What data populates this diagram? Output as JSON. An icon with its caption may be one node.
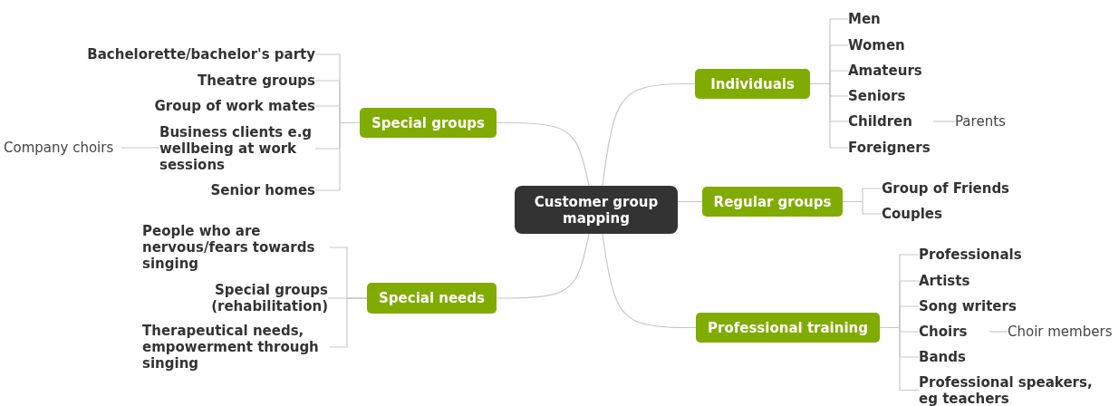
{
  "diagram": {
    "nodes": [
      {
        "text": [
          "Customer group mapping"
        ]
      },
      {
        "text": [
          "Special groups"
        ]
      },
      {
        "text": [
          "Bachelorette/bachelor's party"
        ]
      },
      {
        "text": [
          "Theatre groups"
        ]
      },
      {
        "text": [
          "Group of work mates"
        ]
      },
      {
        "text": [
          "Business clients e.g wellbeing at work sessions"
        ]
      },
      {
        "text": [
          "Company choirs"
        ]
      },
      {
        "text": [
          "Senior homes"
        ]
      },
      {
        "text": [
          "Special needs"
        ]
      },
      {
        "text": [
          "People who are nervous/fears towards singing"
        ]
      },
      {
        "text": [
          "Special groups (rehabilitation)"
        ]
      },
      {
        "text": [
          "Therapeutical needs, empowerment through singing"
        ]
      },
      {
        "text": [
          "Individuals"
        ]
      },
      {
        "text": [
          "Men"
        ]
      },
      {
        "text": [
          "Women"
        ]
      },
      {
        "text": [
          "Amateurs"
        ]
      },
      {
        "text": [
          "Seniors"
        ]
      },
      {
        "text": [
          "Children"
        ]
      },
      {
        "text": [
          "Parents"
        ]
      },
      {
        "text": [
          "Foreigners"
        ]
      },
      {
        "text": [
          "Regular groups"
        ]
      },
      {
        "text": [
          "Group of Friends"
        ]
      },
      {
        "text": [
          "Couples"
        ]
      },
      {
        "text": [
          "Professional training"
        ]
      },
      {
        "text": [
          "Professionals"
        ]
      },
      {
        "text": [
          "Artists"
        ]
      },
      {
        "text": [
          "Song writers"
        ]
      },
      {
        "text": [
          "Choirs"
        ]
      },
      {
        "text": [
          "Choir members"
        ]
      },
      {
        "text": [
          "Bands"
        ]
      },
      {
        "text": [
          "Professional speakers, eg teachers"
        ]
      }
    ],
    "edges": [
      {
        "from": 0,
        "to": 1,
        "arrow": "none"
      },
      {
        "from": 1,
        "to": 2,
        "arrow": "none"
      },
      {
        "from": 1,
        "to": 3,
        "arrow": "none"
      },
      {
        "from": 1,
        "to": 4,
        "arrow": "none"
      },
      {
        "from": 1,
        "to": 5,
        "arrow": "none"
      },
      {
        "from": 5,
        "to": 6,
        "arrow": "none"
      },
      {
        "from": 1,
        "to": 7,
        "arrow": "none"
      },
      {
        "from": 0,
        "to": 8,
        "arrow": "none"
      },
      {
        "from": 8,
        "to": 9,
        "arrow": "none"
      },
      {
        "from": 8,
        "to": 10,
        "arrow": "none"
      },
      {
        "from": 8,
        "to": 11,
        "arrow": "none"
      },
      {
        "from": 0,
        "to": 12,
        "arrow": "none"
      },
      {
        "from": 12,
        "to": 13,
        "arrow": "none"
      },
      {
        "from": 12,
        "to": 14,
        "arrow": "none"
      },
      {
        "from": 12,
        "to": 15,
        "arrow": "none"
      },
      {
        "from": 12,
        "to": 16,
        "arrow": "none"
      },
      {
        "from": 12,
        "to": 17,
        "arrow": "none"
      },
      {
        "from": 17,
        "to": 18,
        "arrow": "none"
      },
      {
        "from": 12,
        "to": 19,
        "arrow": "none"
      },
      {
        "from": 0,
        "to": 20,
        "arrow": "none"
      },
      {
        "from": 20,
        "to": 21,
        "arrow": "none"
      },
      {
        "from": 20,
        "to": 22,
        "arrow": "none"
      },
      {
        "from": 0,
        "to": 23,
        "arrow": "none"
      },
      {
        "from": 23,
        "to": 24,
        "arrow": "none"
      },
      {
        "from": 23,
        "to": 25,
        "arrow": "none"
      },
      {
        "from": 23,
        "to": 26,
        "arrow": "none"
      },
      {
        "from": 23,
        "to": 27,
        "arrow": "none"
      },
      {
        "from": 27,
        "to": 28,
        "arrow": "none"
      },
      {
        "from": 23,
        "to": 29,
        "arrow": "none"
      },
      {
        "from": 23,
        "to": 30,
        "arrow": "none"
      }
    ]
  }
}
